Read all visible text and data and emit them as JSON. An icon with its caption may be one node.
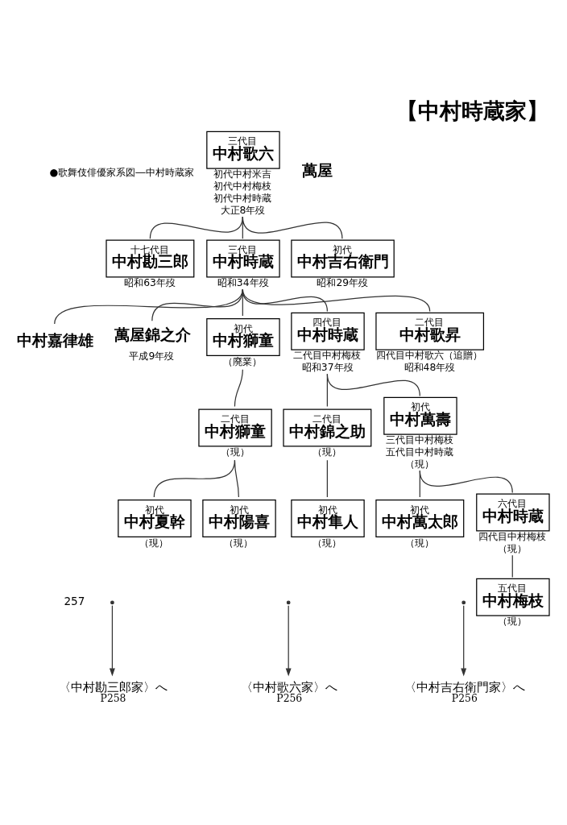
{
  "diagram": {
    "title": "【中村時蔵家】",
    "nodes": [
      {
        "text": [
          "三代目",
          "中村歌六"
        ],
        "beside": [
          "初代中村米吉",
          "初代中村梅枝",
          "初代中村時蔵",
          "大正8年歿"
        ]
      },
      {
        "text": [
          "初代",
          "中村吉右衛門"
        ],
        "beside": [
          "昭和29年歿"
        ]
      },
      {
        "text": [
          "三代目",
          "中村時蔵"
        ],
        "beside": [
          "昭和34年歿"
        ]
      },
      {
        "text": [
          "十七代目",
          "中村勘三郎"
        ],
        "beside": [
          "昭和63年歿"
        ]
      },
      {
        "text": [
          "〈中村吉右衛門家〉へ",
          "P256"
        ]
      },
      {
        "text": [
          "二代目",
          "中村歌昇"
        ],
        "beside": [
          "四代目中村歌六（追贈）",
          "昭和48年歿"
        ]
      },
      {
        "text": [
          "四代目",
          "中村時蔵"
        ],
        "beside": [
          "二代目中村梅枝",
          "昭和37年歿"
        ]
      },
      {
        "text": [
          "初代",
          "中村獅童"
        ],
        "beside": [
          "（廃業）"
        ]
      },
      {
        "text": [
          "萬屋錦之介"
        ],
        "beside": [
          "平成9年歿"
        ]
      },
      {
        "text": [
          "中村嘉律雄"
        ]
      },
      {
        "text": [
          "〈中村勘三郎家〉へ",
          "P258"
        ]
      },
      {
        "text": [
          "〈中村歌六家〉へ",
          "P256"
        ]
      },
      {
        "text": [
          "初代",
          "中村萬壽"
        ],
        "beside": [
          "三代目中村梅枝",
          "五代目中村時蔵",
          "（現）"
        ]
      },
      {
        "text": [
          "二代目",
          "中村錦之助"
        ],
        "beside": [
          "（現）"
        ]
      },
      {
        "text": [
          "二代目",
          "中村獅童"
        ],
        "beside": [
          "（現）"
        ]
      },
      {
        "text": [
          "五代目",
          "中村梅枝"
        ],
        "beside": [
          "（現）"
        ]
      },
      {
        "text": [
          "六代目",
          "中村時蔵"
        ],
        "beside": [
          "四代目中村梅枝",
          "（現）"
        ]
      },
      {
        "text": [
          "初代",
          "中村萬太郎"
        ],
        "beside": [
          "（現）"
        ]
      },
      {
        "text": [
          "初代",
          "中村隼人"
        ],
        "beside": [
          "（現）"
        ]
      },
      {
        "text": [
          "初代",
          "中村陽喜"
        ],
        "beside": [
          "（現）"
        ]
      },
      {
        "text": [
          "初代",
          "中村夏幹"
        ],
        "beside": [
          "（現）"
        ]
      }
    ],
    "edges": [
      {
        "from": 0,
        "to": 3,
        "arrow": "none"
      },
      {
        "from": 0,
        "to": 2,
        "arrow": "none"
      },
      {
        "from": 0,
        "to": 1,
        "arrow": "none"
      },
      {
        "from": null,
        "to": 4,
        "arrow": "to"
      },
      {
        "from": 2,
        "to": 9,
        "arrow": "none"
      },
      {
        "from": 2,
        "to": 8,
        "arrow": "none"
      },
      {
        "from": 2,
        "to": 7,
        "arrow": "none"
      },
      {
        "from": 2,
        "to": 6,
        "arrow": "none"
      },
      {
        "from": 2,
        "to": 5,
        "arrow": "none"
      },
      {
        "from": null,
        "to": 10,
        "arrow": "to"
      },
      {
        "from": 7,
        "to": 14,
        "arrow": "none"
      },
      {
        "from": 6,
        "to": 13,
        "arrow": "none"
      },
      {
        "from": 6,
        "to": 12,
        "arrow": "none"
      },
      {
        "from": null,
        "to": 11,
        "arrow": "to"
      },
      {
        "from": 14,
        "to": 20,
        "arrow": "none"
      },
      {
        "from": 14,
        "to": 19,
        "arrow": "none"
      },
      {
        "from": 13,
        "to": 18,
        "arrow": "none"
      },
      {
        "from": 12,
        "to": 17,
        "arrow": "none"
      },
      {
        "from": 12,
        "to": 16,
        "arrow": "none"
      },
      {
        "from": 16,
        "to": 15,
        "arrow": "none"
      }
    ],
    "labels": [
      "萬屋",
      "●歌舞伎俳優家系図―中村時蔵家",
      "257"
    ]
  }
}
